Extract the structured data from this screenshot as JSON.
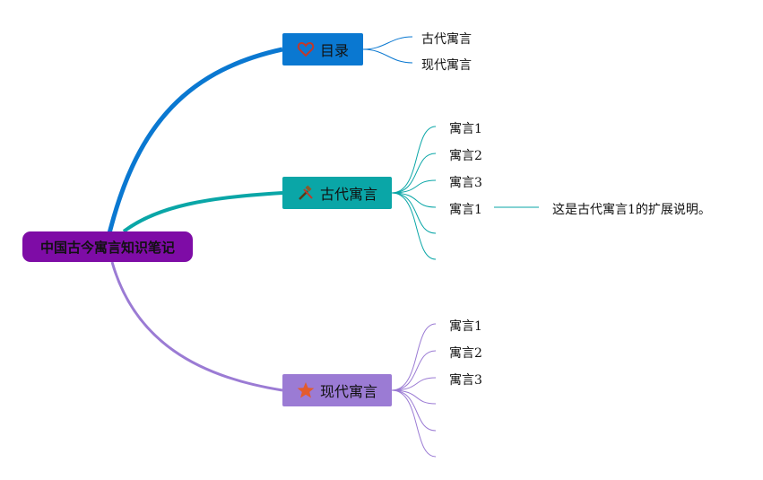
{
  "root": {
    "label": "中国古今寓言知识笔记"
  },
  "branches": {
    "toc": {
      "label": "目录",
      "icon": "heart-icon",
      "color": "#0a78d1",
      "children": [
        "古代寓言",
        "现代寓言"
      ]
    },
    "ancient": {
      "label": "古代寓言",
      "icon": "tools-icon",
      "color": "#0aa6a7",
      "children": [
        "寓言1",
        "寓言2",
        "寓言3",
        "寓言1",
        "",
        ""
      ],
      "note": "这是古代寓言1的扩展说明。"
    },
    "modern": {
      "label": "现代寓言",
      "icon": "star-icon",
      "color": "#9b7bd4",
      "children": [
        "寓言1",
        "寓言2",
        "寓言3",
        "",
        "",
        ""
      ]
    }
  },
  "colors": {
    "root": "#7e0ca6",
    "toc": "#0a78d1",
    "ancient": "#0aa6a7",
    "modern": "#9b7bd4"
  }
}
